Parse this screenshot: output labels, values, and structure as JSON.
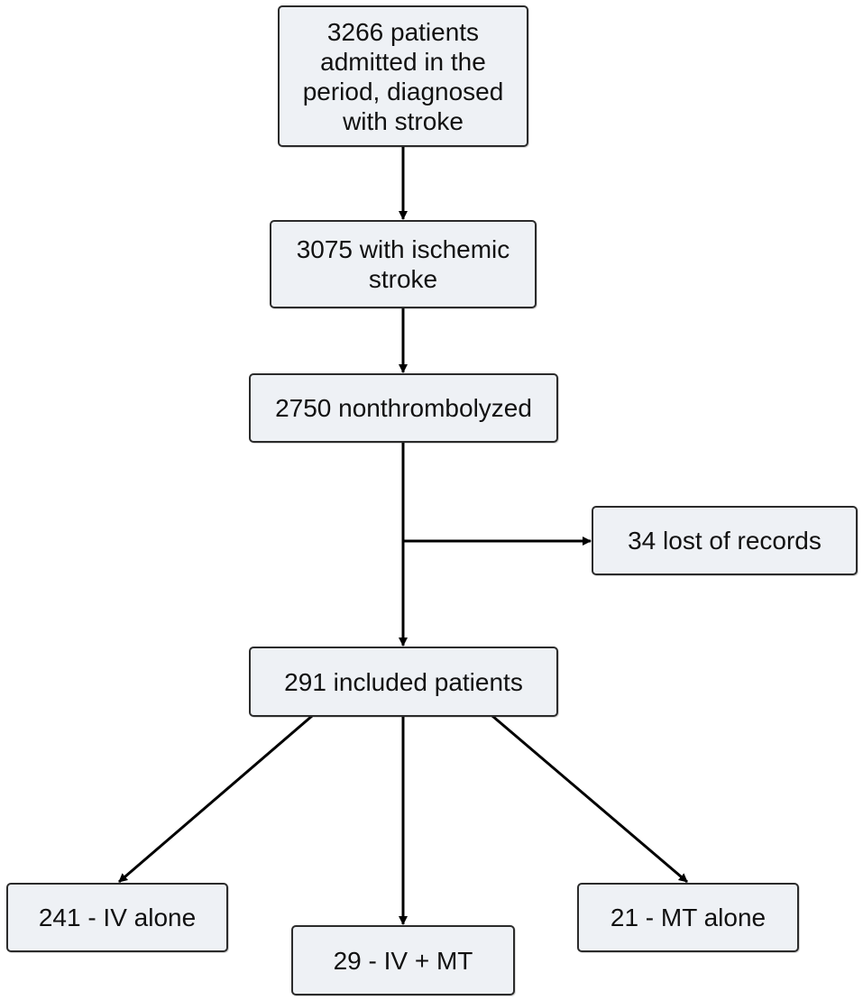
{
  "boxes": {
    "admitted": "3266 patients admitted in the period, diagnosed with stroke",
    "ischemic": "3075 with ischemic stroke",
    "nonthrombolyzed": "2750 nonthrombolyzed",
    "lost": "34 lost of records",
    "included": "291 included patients",
    "iv_alone": "241 - IV alone",
    "iv_mt": "29 - IV + MT",
    "mt_alone": "21 - MT alone"
  },
  "colors": {
    "box_fill": "#eef1f5",
    "box_border": "#2b2b2b",
    "arrow": "#000000"
  }
}
